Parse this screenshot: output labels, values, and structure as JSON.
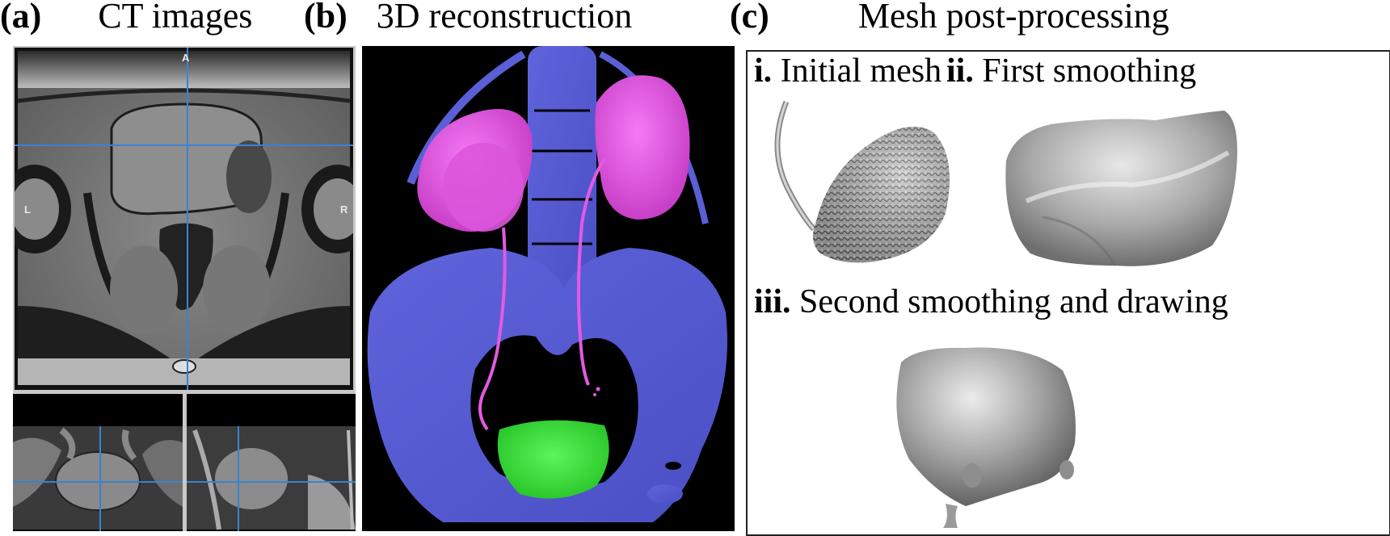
{
  "figure": {
    "panels": [
      {
        "id": "a",
        "label": "(a)",
        "title": "CT images",
        "views": [
          {
            "name": "axial",
            "orientation_labels": {
              "top": "A",
              "left": "L",
              "right": "R"
            }
          },
          {
            "name": "coronal"
          },
          {
            "name": "sagittal"
          }
        ],
        "crosshair_color": "#3a82d0"
      },
      {
        "id": "b",
        "label": "(b)",
        "title": "3D reconstruction",
        "structures": [
          {
            "name": "skeleton",
            "color": "#5a5fd6"
          },
          {
            "name": "kidneys-and-ureters",
            "color": "#e35ae3"
          },
          {
            "name": "bladder",
            "color": "#3ee83e"
          }
        ],
        "background": "#000000"
      },
      {
        "id": "c",
        "label": "(c)",
        "title": "Mesh post-processing",
        "steps": [
          {
            "numeral": "i.",
            "title": "Initial mesh"
          },
          {
            "numeral": "ii.",
            "title": "First smoothing"
          },
          {
            "numeral": "iii.",
            "title": "Second smoothing and drawing"
          }
        ]
      }
    ]
  }
}
